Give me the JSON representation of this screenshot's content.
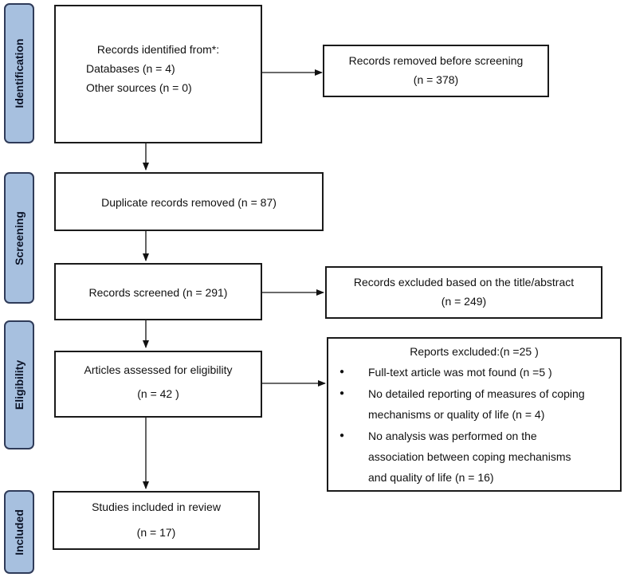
{
  "phases": {
    "identification": "Identification",
    "screening": "Screening",
    "eligibility": "Eligibility",
    "included": "Included"
  },
  "boxes": {
    "identified": {
      "title": "Records identified from*:",
      "databases": "Databases (n = 4)",
      "other": "Other sources (n = 0)"
    },
    "removed_before": {
      "title": "Records removed before screening",
      "count": "(n = 378)"
    },
    "duplicates": {
      "text": "Duplicate records removed  (n = 87)"
    },
    "screened": {
      "text": "Records screened (n = 291)"
    },
    "excluded_title": {
      "title": "Records excluded based on the title/abstract",
      "count": "(n = 249)"
    },
    "assessed": {
      "title": "Articles assessed for eligibility",
      "count": "(n = 42 )"
    },
    "reports_excluded": {
      "title": "Reports excluded:(n =25 )",
      "bullet": "●",
      "reasons": [
        [
          "Full-text article was mot found (n =5 )"
        ],
        [
          "No detailed reporting of measures of coping",
          "mechanisms or quality of life (n = 4)"
        ],
        [
          "No analysis was performed on the",
          "association between coping mechanisms",
          "and quality of life (n = 16)"
        ]
      ]
    },
    "included": {
      "title": "Studies included in review",
      "count": "(n = 17)"
    }
  }
}
